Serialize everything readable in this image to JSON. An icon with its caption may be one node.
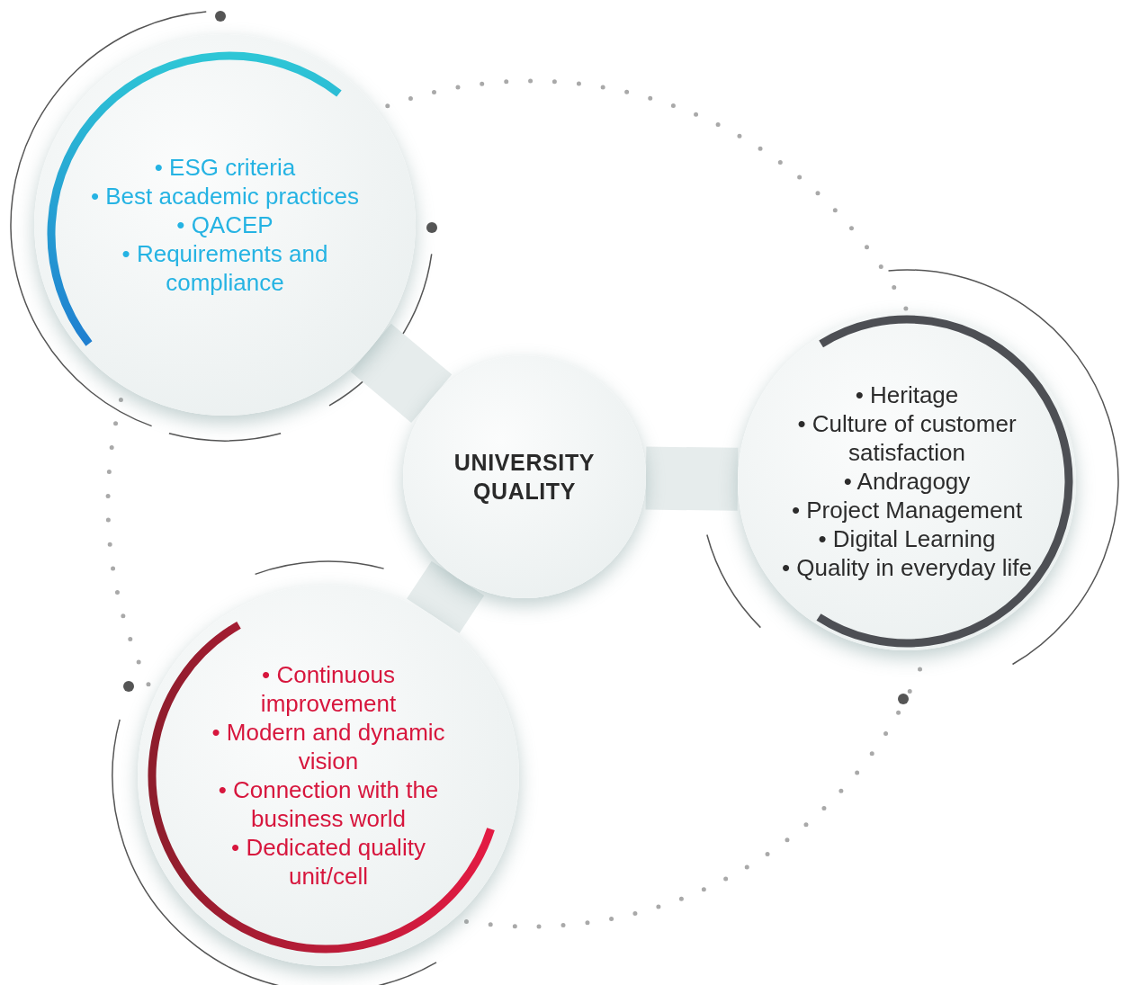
{
  "diagram": {
    "nodes": [
      {
        "text": [
          "• ESG criteria",
          "• Best academic practices",
          "• QACEP",
          "• Requirements and compliance"
        ]
      },
      {
        "text": [
          "UNIVERSITY QUALITY"
        ]
      },
      {
        "text": [
          "• Heritage",
          "• Culture of customer satisfaction",
          "• Andragogy",
          "• Project Management",
          "• Digital Learning",
          "• Quality in everyday life"
        ]
      },
      {
        "text": [
          "• Continuous improvement",
          "• Modern and dynamic vision",
          "• Connection with the business world",
          "• Dedicated quality unit/cell"
        ]
      }
    ],
    "edges": [
      {
        "from": 1,
        "to": 0,
        "arrow": "none"
      },
      {
        "from": 1,
        "to": 2,
        "arrow": "none"
      },
      {
        "from": 1,
        "to": 3,
        "arrow": "none"
      }
    ]
  }
}
